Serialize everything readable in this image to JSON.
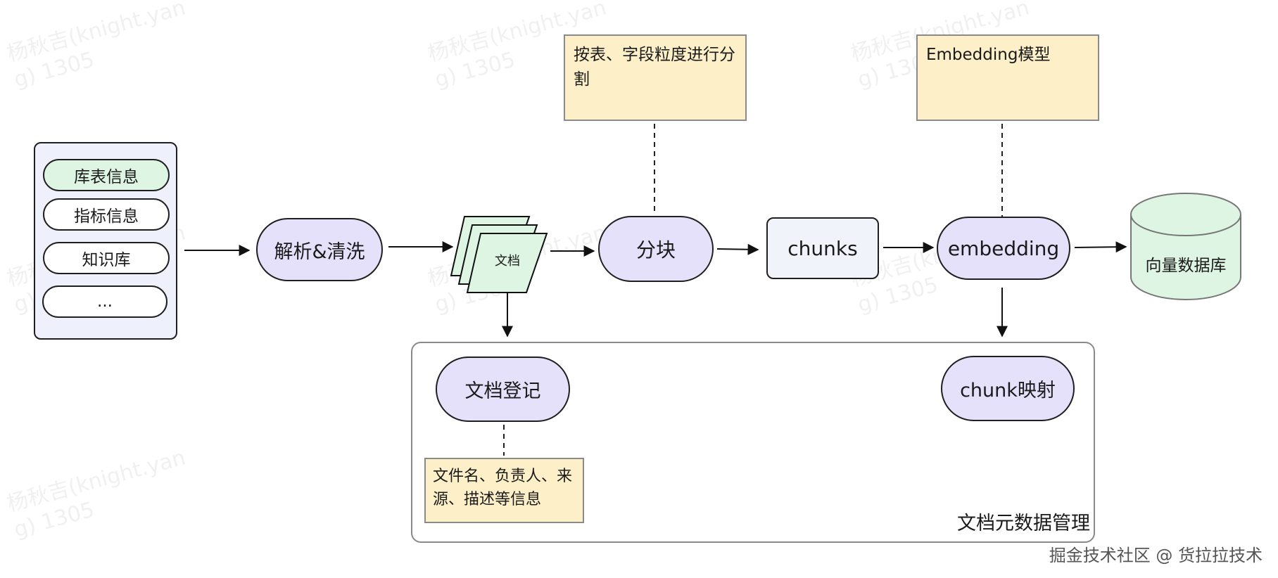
{
  "diagram": {
    "sources": [
      "库表信息",
      "指标信息",
      "知识库",
      "..."
    ],
    "parse_clean": "解析&清洗",
    "document": "文档",
    "chunking": "分块",
    "chunks": "chunks",
    "embedding": "embedding",
    "vector_db": "向量数据库",
    "chunk_note": "按表、字段粒度进行分割",
    "embedding_note": "Embedding模型",
    "doc_register": "文档登记",
    "doc_register_note": "文件名、负责人、来源、描述等信息",
    "chunk_mapping": "chunk映射",
    "metadata_panel_title": "文档元数据管理"
  },
  "watermark": "杨秋吉(knight.yan\ng) 1305",
  "footer": "掘金技术社区 @ 货拉拉技术",
  "colors": {
    "purple_node": "#e6e1fb",
    "green_node": "#dff5e3",
    "note_fill": "#fdf0c8",
    "panel_fill": "#eef0fb"
  }
}
